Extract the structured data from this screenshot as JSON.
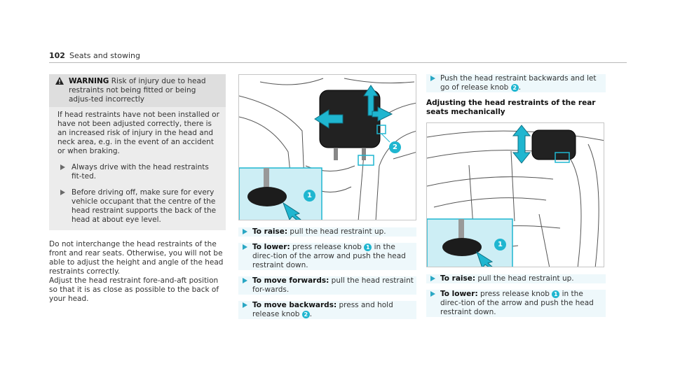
{
  "header": {
    "page_number": "102",
    "section": "Seats and stowing"
  },
  "warning": {
    "title": "WARNING",
    "title_text": "Risk of injury due to head restraints not being fitted or being adjus-ted incorrectly",
    "body": "If head restraints have not been installed or have not been adjusted correctly, there is an increased risk of injury in the head and neck area, e.g. in the event of an accident or when braking.",
    "bullets": [
      "Always drive with the head restraints fit-ted.",
      "Before driving off, make sure for every vehicle occupant that the centre of the head restraint supports the back of the head at about eye level."
    ]
  },
  "left_paragraphs": [
    "Do not interchange the head restraints of the front and rear seats. Otherwise, you will not be able to adjust the height and angle of the head restraints correctly.",
    "Adjust the head restraint fore-and-aft position so that it is as close as possible to the back of your head."
  ],
  "front_steps": {
    "raise_kw": "To raise:",
    "raise_text": "pull the head restraint up.",
    "lower_kw": "To lower:",
    "lower_text_a": "press release knob",
    "lower_knob": "1",
    "lower_text_b": "in the direc-tion of the arrow and push the head restraint down.",
    "fwd_kw": "To move forwards:",
    "fwd_text": "pull the head restraint for-wards.",
    "back_kw": "To move backwards:",
    "back_text_a": "press and hold release knob",
    "back_knob": "2",
    "back_text_b": "."
  },
  "push_step": {
    "text_a": "Push the head restraint backwards and let go of release knob",
    "knob": "2",
    "text_b": "."
  },
  "rear_heading": "Adjusting the head restraints of the rear seats mechanically",
  "rear_steps": {
    "raise_kw": "To raise:",
    "raise_text": "pull the head restraint up.",
    "lower_kw": "To lower:",
    "lower_text_a": "press release knob",
    "lower_knob": "1",
    "lower_text_b": "in the direc-tion of the arrow and push the head restraint down."
  },
  "figure_labels": {
    "fig1_label1": "1",
    "fig1_label2": "2",
    "fig2_label1": "1"
  },
  "colors": {
    "accent": "#1fb6d0",
    "arrow_fill": "#2aa7c4"
  }
}
